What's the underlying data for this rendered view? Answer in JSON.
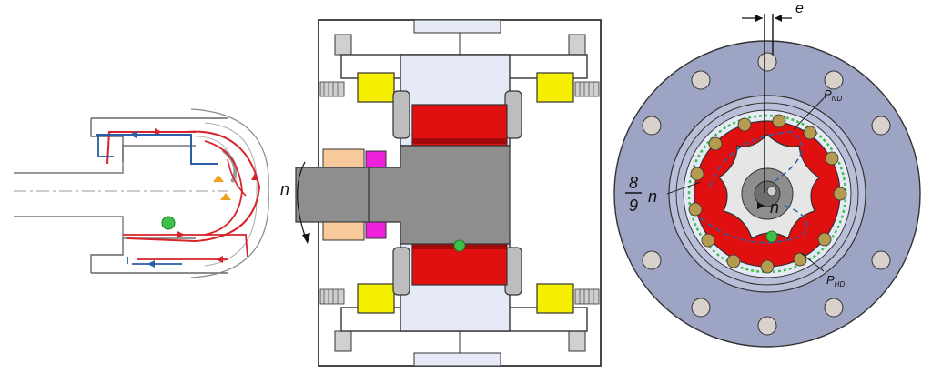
{
  "labels": {
    "rotation_left": "n",
    "eccentricity": "e",
    "pressure_nd": "P",
    "pressure_nd_sub": "ND",
    "pressure_hd": "P",
    "pressure_hd_sub": "HD",
    "ratio_numerator": "8",
    "ratio_denominator": "9",
    "ratio_var": "n",
    "rotation_inner": "n"
  },
  "colors": {
    "housing": "#9ea4c4",
    "rotor_red": "#e01010",
    "flow_red": "#d8232a",
    "flow_blue": "#2b5ea8",
    "magnet_yellow": "#f4f000",
    "seal_pink": "#ee22dd",
    "seal_peach": "#f8c99a",
    "shaft_gray": "#8e8e8e",
    "marker_green": "#3fc04a",
    "bore_light": "#e6eaf6"
  }
}
